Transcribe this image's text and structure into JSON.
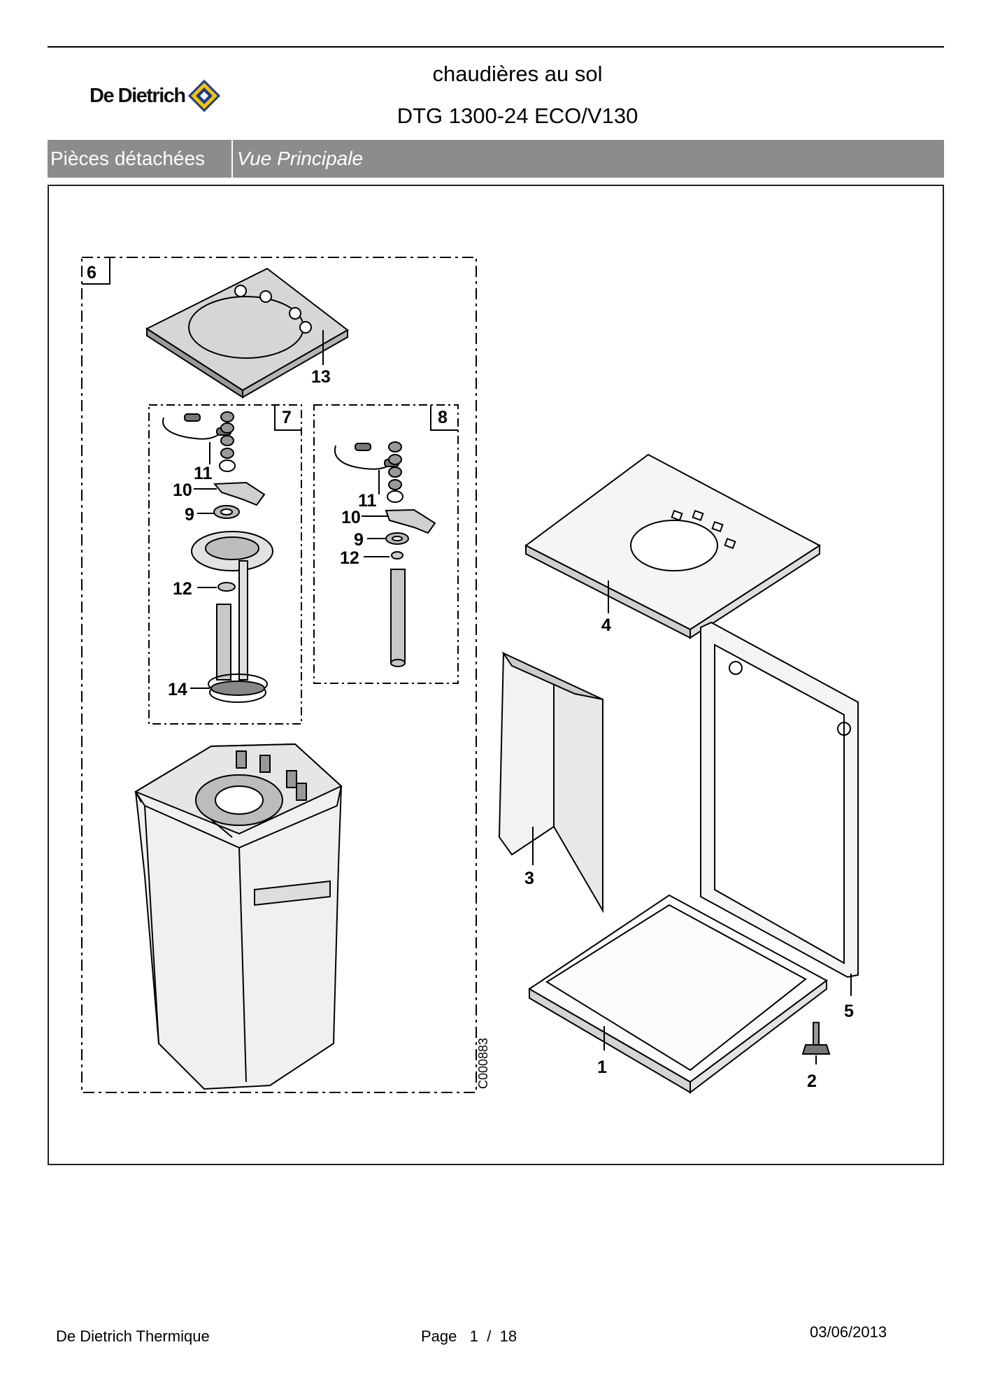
{
  "header": {
    "brand": "De Dietrich",
    "title": "chaudières au sol",
    "model": "DTG 1300-24 ECO/V130"
  },
  "section_bar": {
    "left": "Pièces détachées",
    "right": "Vue Principale"
  },
  "diagram": {
    "reference": "C000883",
    "callouts": [
      "6",
      "13",
      "7",
      "8",
      "11",
      "10",
      "9",
      "12",
      "14",
      "11",
      "10",
      "9",
      "12",
      "4",
      "3",
      "5",
      "1",
      "2"
    ]
  },
  "footer": {
    "company": "De Dietrich Thermique",
    "page_label": "Page",
    "page_current": "1",
    "page_sep": "/",
    "page_total": "18",
    "date": "03/06/2013"
  }
}
